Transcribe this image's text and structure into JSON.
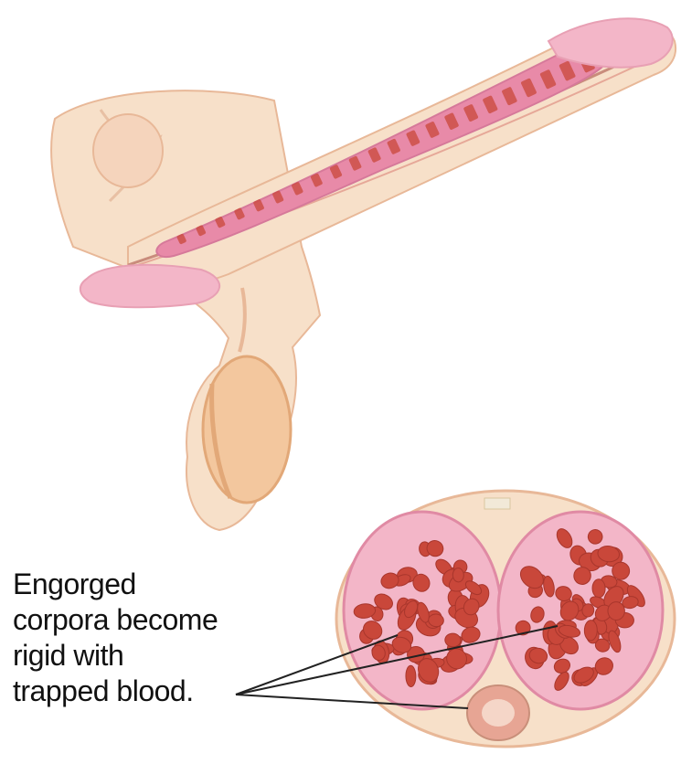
{
  "annotation": {
    "lines": [
      "Engorged",
      "corpora become",
      "rigid with",
      "trapped blood."
    ]
  },
  "colors": {
    "skin": "#f7e0c9",
    "skin_shade": "#f0cdb0",
    "outline": "#e8b898",
    "corpus_tissue": "#e88aa8",
    "corpus_light": "#f3b6c8",
    "sinus_blood": "#c9473a",
    "urethra_sheath": "#f2c3b2",
    "testis": "#f3c79e",
    "leader_line": "#222222"
  }
}
